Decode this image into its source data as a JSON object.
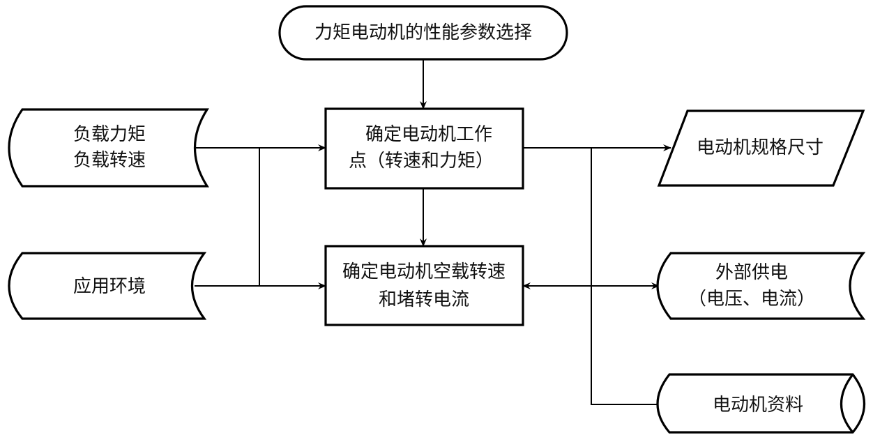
{
  "diagram": {
    "title_node": {
      "label": "力矩电动机的性能参数选择",
      "shape": "terminator"
    },
    "inputs": [
      {
        "lines": [
          "负载力矩",
          "负载转速"
        ],
        "shape": "stored-data"
      },
      {
        "lines": [
          "应用环境"
        ],
        "shape": "stored-data"
      }
    ],
    "process_nodes": [
      {
        "lines": [
          "确定电动机工作",
          "点（转速和力矩）"
        ],
        "shape": "process"
      },
      {
        "lines": [
          "确定电动机空载转速",
          "和堵转电流"
        ],
        "shape": "process"
      }
    ],
    "outputs": [
      {
        "lines": [
          "电动机规格尺寸"
        ],
        "shape": "data-parallelogram"
      },
      {
        "lines": [
          "外部供电",
          "（电压、电流）"
        ],
        "shape": "stored-data"
      },
      {
        "lines": [
          "电动机资料"
        ],
        "shape": "direct-access-storage"
      }
    ],
    "edges": [
      {
        "from": "力矩电动机的性能参数选择",
        "to": "确定电动机工作点（转速和力矩）",
        "type": "arrow"
      },
      {
        "from": "负载力矩/负载转速",
        "to": "确定电动机工作点（转速和力矩）",
        "type": "arrow"
      },
      {
        "from": "负载力矩/负载转速",
        "to": "确定电动机空载转速和堵转电流",
        "type": "arrow"
      },
      {
        "from": "应用环境",
        "to": "确定电动机空载转速和堵转电流",
        "type": "arrow"
      },
      {
        "from": "确定电动机工作点（转速和力矩）",
        "to": "确定电动机空载转速和堵转电流",
        "type": "arrow"
      },
      {
        "from": "确定电动机工作点（转速和力矩）",
        "to": "电动机规格尺寸",
        "type": "arrow"
      },
      {
        "from": "确定电动机空载转速和堵转电流",
        "to": "外部供电（电压、电流）",
        "type": "bidirectional-arrow"
      },
      {
        "from": "电动机资料",
        "to": "确定电动机工作点（转速和力矩）",
        "type": "line"
      }
    ]
  }
}
